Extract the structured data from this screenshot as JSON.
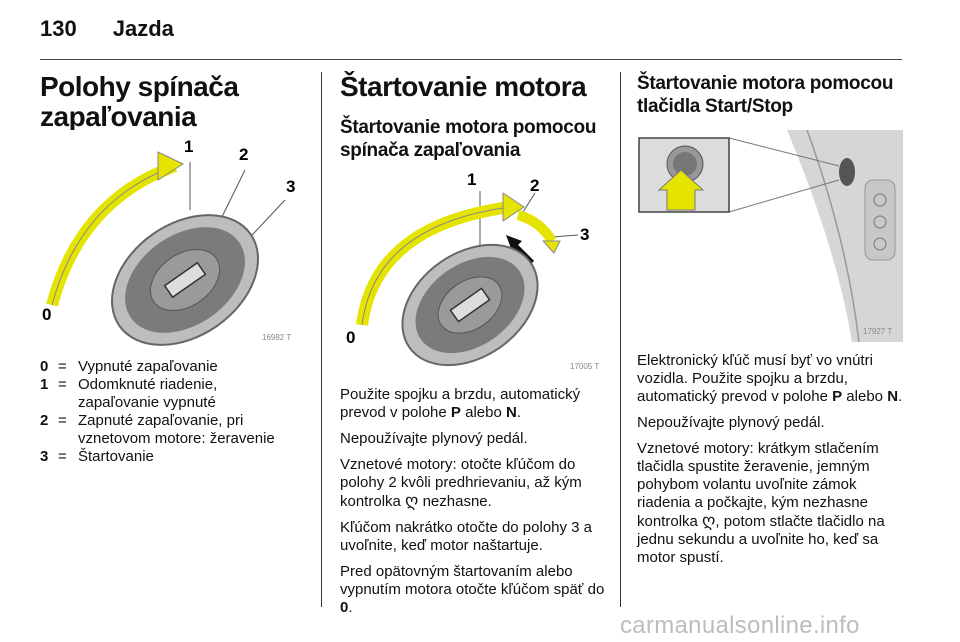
{
  "header": {
    "page_number": "130",
    "section": "Jazda"
  },
  "col1": {
    "title_l1": "Polohy spínača",
    "title_l2": "zapaľovania",
    "figure": {
      "labels": [
        "0",
        "1",
        "2",
        "3"
      ],
      "code": "16982 T"
    },
    "legend": [
      {
        "key": "0",
        "sep": "=",
        "text": "Vypnuté zapaľovanie"
      },
      {
        "key": "1",
        "sep": "=",
        "text": "Odomknuté riadenie, zapaľovanie vypnuté"
      },
      {
        "key": "2",
        "sep": "=",
        "text": "Zapnuté zapaľovanie, pri vznetovom motore: žeravenie"
      },
      {
        "key": "3",
        "sep": "=",
        "text": "Štartovanie"
      }
    ]
  },
  "col2": {
    "title": "Štartovanie motora",
    "subtitle_l1": "Štartovanie motora pomocou",
    "subtitle_l2": "spínača zapaľovania",
    "figure": {
      "labels": [
        "0",
        "1",
        "2",
        "3"
      ],
      "code": "17005 T"
    },
    "p1_a": "Použite spojku a brzdu, automatický prevod v polohe ",
    "p1_P": "P",
    "p1_b": " alebo ",
    "p1_N": "N",
    "p1_c": ".",
    "p2": "Nepoužívajte plynový pedál.",
    "p3_a": "Vznetové motory: otočte kľúčom do polohy 2 kvôli predhrievaniu, až kým kontrolka ",
    "p3_glyph": "ღ",
    "p3_b": " nezhasne.",
    "p4": "Kľúčom nakrátko otočte do polohy 3 a uvoľnite, keď motor naštartuje.",
    "p5_a": "Pred opätovným štartovaním alebo vypnutím motora otočte kľúčom späť do ",
    "p5_0": "0",
    "p5_b": "."
  },
  "col3": {
    "title_l1": "Štartovanie motora pomocou",
    "title_l2": "tlačidla Start/Stop",
    "figure": {
      "code": "17927 T"
    },
    "p1_a": "Elektronický kľúč musí byť vo vnútri vozidla. Použite spojku a brzdu, automatický prevod v polohe ",
    "p1_P": "P",
    "p1_b": " alebo ",
    "p1_N": "N",
    "p1_c": ".",
    "p2": "Nepoužívajte plynový pedál.",
    "p3_a": "Vznetové motory: krátkym stlačením tlačidla spustite žeravenie, jemným pohybom volantu uvoľnite zámok riadenia a počkajte, kým nezhasne kontrolka ",
    "p3_glyph": "ღ",
    "p3_b": ", potom stlačte tlačidlo na jednu sekundu a uvoľnite ho, keď sa motor spustí."
  },
  "watermark": "carmanualsonline.info"
}
